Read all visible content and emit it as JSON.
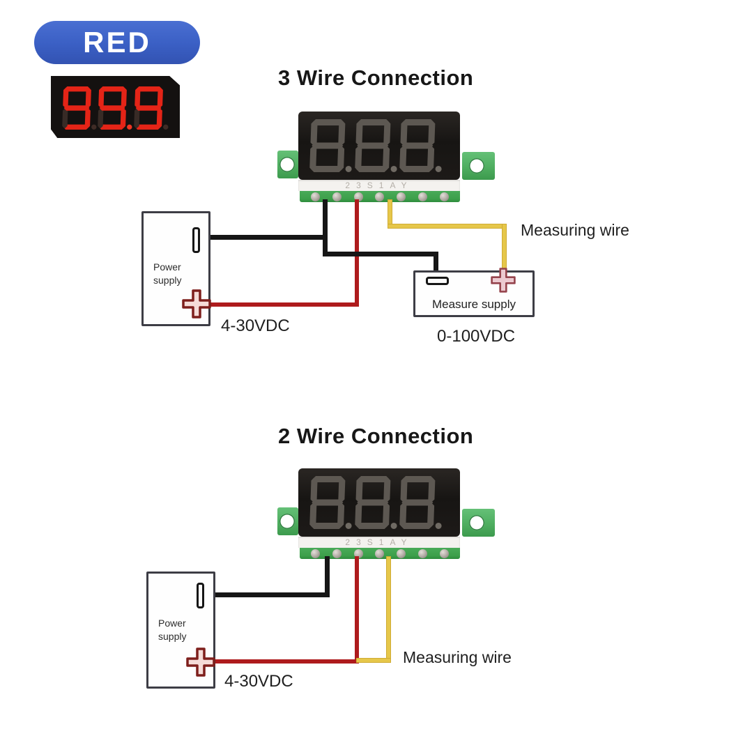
{
  "badge": {
    "label": "RED",
    "bg": "#3a5fc4",
    "fg": "#ffffff"
  },
  "sample_display": {
    "reading": "99.9",
    "digits": [
      {
        "d": "9",
        "dp": false
      },
      {
        "d": "9",
        "dp": true
      },
      {
        "d": "9",
        "dp": false
      }
    ],
    "lit": "#e42417",
    "unlit": "#382b26",
    "dp_lit": "#f03522",
    "dp_unlit": "#402c26"
  },
  "sections": [
    {
      "title": "3 Wire Connection",
      "module": {
        "code": "23S1AY",
        "display": {
          "digits": [
            {
              "d": "8",
              "dp": true
            },
            {
              "d": "8",
              "dp": true
            },
            {
              "d": "8",
              "dp": true
            }
          ],
          "lit": "#5d5852",
          "unlit": "#5d5852",
          "dp_lit": "#6f6a63",
          "dp_unlit": "#6f6a63"
        }
      },
      "power_supply": {
        "name": "Power supply",
        "voltage": "4-30VDC"
      },
      "measure_supply": {
        "name": "Measure supply",
        "voltage": "0-100VDC"
      },
      "measuring_wire_label": "Measuring wire"
    },
    {
      "title": "2 Wire Connection",
      "module": {
        "code": "23S1AY",
        "display": {
          "digits": [
            {
              "d": "8",
              "dp": true
            },
            {
              "d": "8",
              "dp": true
            },
            {
              "d": "8",
              "dp": true
            }
          ],
          "lit": "#5d5852",
          "unlit": "#5d5852",
          "dp_lit": "#6f6a63",
          "dp_unlit": "#6f6a63"
        }
      },
      "power_supply": {
        "name": "Power supply",
        "voltage": "4-30VDC"
      },
      "measuring_wire_label": "Measuring wire"
    }
  ],
  "colors": {
    "wire_black": "#161616",
    "wire_red": "#ae1b1d",
    "wire_yellow": "#e6c74a",
    "pcb_green": "#3da04b",
    "tab_green": "#4fae60",
    "box_border": "#3d3d45",
    "plus_stroke": "#7e1f1c",
    "plus_fill": "#f5dcd8",
    "measure_plus_stroke": "#95434c",
    "measure_plus_fill": "#eccad0",
    "badge_bg": "#3a5fc4"
  }
}
